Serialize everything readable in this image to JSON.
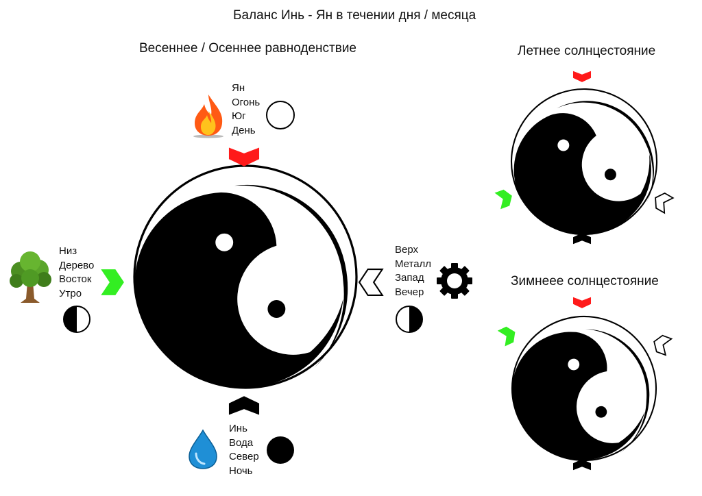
{
  "title": "Баланс Инь - Ян в течении дня / месяца",
  "sections": {
    "equinox": "Весеннее / Осеннее равноденствие",
    "summer": "Летнее солнцестояние",
    "winter": "Зимнеее солнцестояние"
  },
  "labels": {
    "top": [
      "Ян",
      "Огонь",
      "Юг",
      "День"
    ],
    "left": [
      "Низ",
      "Дерево",
      "Восток",
      "Утро"
    ],
    "right": [
      "Верх",
      "Металл",
      "Запад",
      "Вечер"
    ],
    "bottom": [
      "Инь",
      "Вода",
      "Север",
      "Ночь"
    ]
  },
  "icons": {
    "top": "fire-icon",
    "left": "tree-icon",
    "right": "gear-icon",
    "bottom": "water-drop-icon"
  },
  "colors": {
    "yang_marker": "#ff1a1a",
    "wood_marker": "#33ee22",
    "yin_marker": "#000000",
    "metal_marker": "#ffffff"
  }
}
